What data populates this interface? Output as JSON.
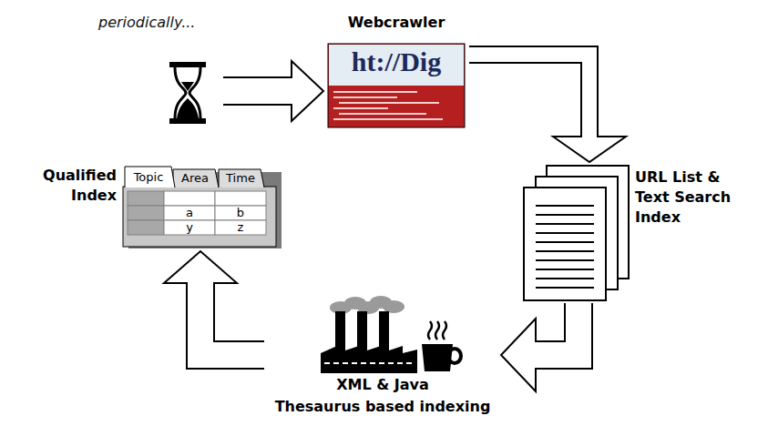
{
  "diagram": {
    "nodes": [
      {
        "text": [
          "periodically..."
        ]
      },
      {
        "text": [
          "Webcrawler",
          "ht://Dig"
        ]
      },
      {
        "text": [
          "URL List & Text Search Index"
        ]
      },
      {
        "text": [
          "XML & Java",
          "Thesaurus based indexing"
        ]
      },
      {
        "text": [
          "Qualified Index"
        ]
      }
    ],
    "edges": [
      {
        "from": 0,
        "to": 1,
        "arrow": "to"
      },
      {
        "from": 1,
        "to": 2,
        "arrow": "to"
      },
      {
        "from": 2,
        "to": 3,
        "arrow": "to"
      },
      {
        "from": 3,
        "to": 4,
        "arrow": "to"
      }
    ],
    "labels": [
      "Topic",
      "Area",
      "Time",
      "a",
      "b",
      "y",
      "z"
    ]
  }
}
